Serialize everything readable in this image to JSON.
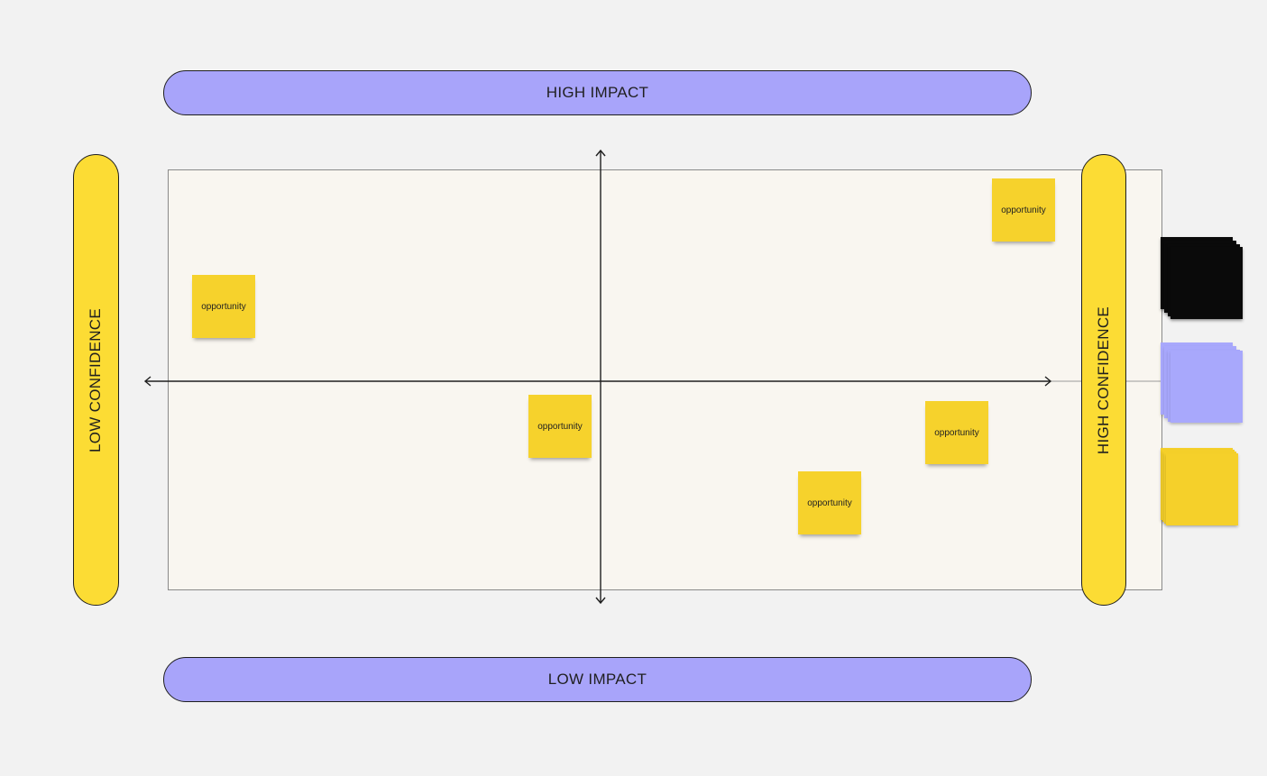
{
  "axis_labels": {
    "top": "HIGH IMPACT",
    "bottom": "LOW IMPACT",
    "left": "LOW CONFIDENCE",
    "right": "HIGH CONFIDENCE"
  },
  "stickies": [
    {
      "text": "opportunity"
    },
    {
      "text": "opportunity"
    },
    {
      "text": "opportunity"
    },
    {
      "text": "opportunity"
    },
    {
      "text": "opportunity"
    }
  ],
  "colors": {
    "purple_pill": "#a8a4fa",
    "yellow_pill": "#fcdc34",
    "sticky_yellow": "#f6d22c",
    "board": "#f9f6f0",
    "stack_black": "#0a0a0a",
    "stack_purple": "#a8a8fc",
    "stack_yellow": "#f5d02a"
  },
  "sticky_stacks": [
    {
      "color": "black",
      "icon": "sticky-note-stack-icon"
    },
    {
      "color": "purple",
      "icon": "sticky-note-stack-icon"
    },
    {
      "color": "yellow",
      "icon": "sticky-note-stack-icon"
    }
  ]
}
